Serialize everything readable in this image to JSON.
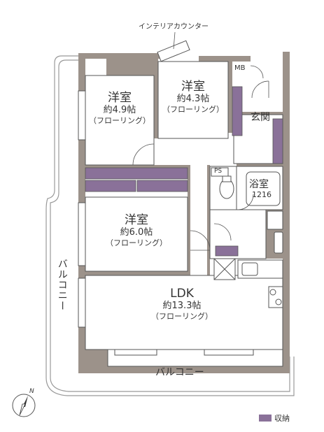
{
  "labels": {
    "counter": "インテリアカウンター",
    "mb": "MB",
    "genkan": "玄関",
    "ps": "PS",
    "bath_name": "浴室",
    "bath_size": "1216",
    "balcony_left": "バルコニー",
    "balcony_bottom": "バルコニー"
  },
  "rooms": {
    "room1": {
      "name": "洋室",
      "size": "約4.9帖",
      "floor": "（フローリング）"
    },
    "room2": {
      "name": "洋室",
      "size": "約4.3帖",
      "floor": "（フローリング）"
    },
    "room3": {
      "name": "洋室",
      "size": "約6.0帖",
      "floor": "（フローリング）"
    },
    "ldk": {
      "name": "LDK",
      "size": "約13.3帖",
      "floor": "（フローリング）"
    }
  },
  "legend": {
    "label": "収納",
    "color": "#8a7199"
  },
  "colors": {
    "wall": "#9c928a",
    "storage": "#8a7199",
    "floor": "#ffffff"
  }
}
